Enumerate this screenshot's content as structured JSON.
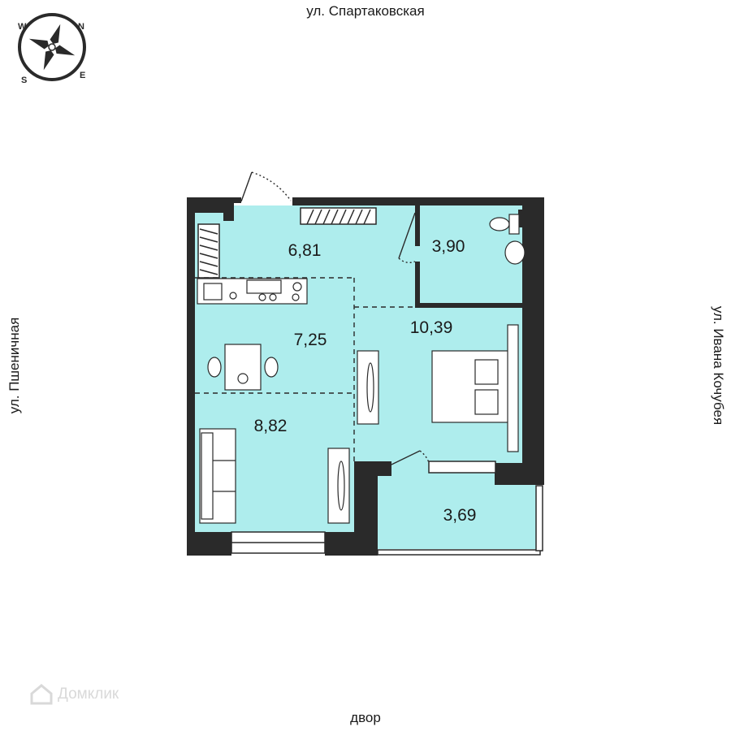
{
  "streets": {
    "top": "ул. Спартаковская",
    "left": "ул. Пшеничная",
    "right": "ул. Ивана Кочубея",
    "bottom": "двор"
  },
  "compass": {
    "n": "N",
    "e": "E",
    "s": "S",
    "w": "W"
  },
  "rooms": {
    "hall": "6,81",
    "bathroom": "3,90",
    "kitchen": "7,25",
    "bedroom": "10,39",
    "living": "8,82",
    "loggia": "3,69"
  },
  "watermark": "Домклик",
  "colors": {
    "floor": "#aeeded",
    "wall": "#2a2a2a",
    "text": "#1a1a1a"
  }
}
